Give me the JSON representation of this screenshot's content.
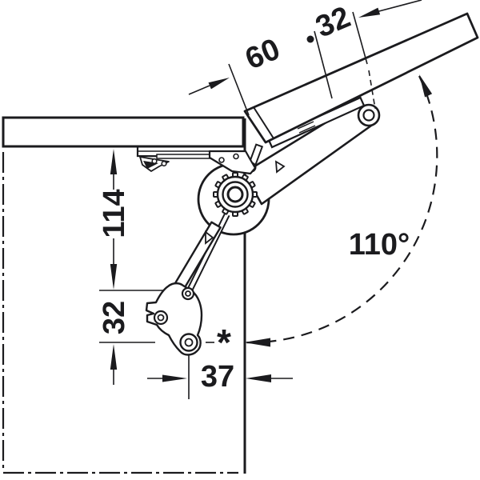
{
  "drawing": {
    "labels": {
      "dim_flap_front": "60",
      "dim_flap_hole": "32",
      "dim_side_upper": "114",
      "dim_side_lower": "32",
      "dim_bottom": "37",
      "opening_angle": "110°",
      "footnote_marker": "*"
    },
    "colors": {
      "ink": "#1b1b1e",
      "background": "#ffffff"
    }
  }
}
